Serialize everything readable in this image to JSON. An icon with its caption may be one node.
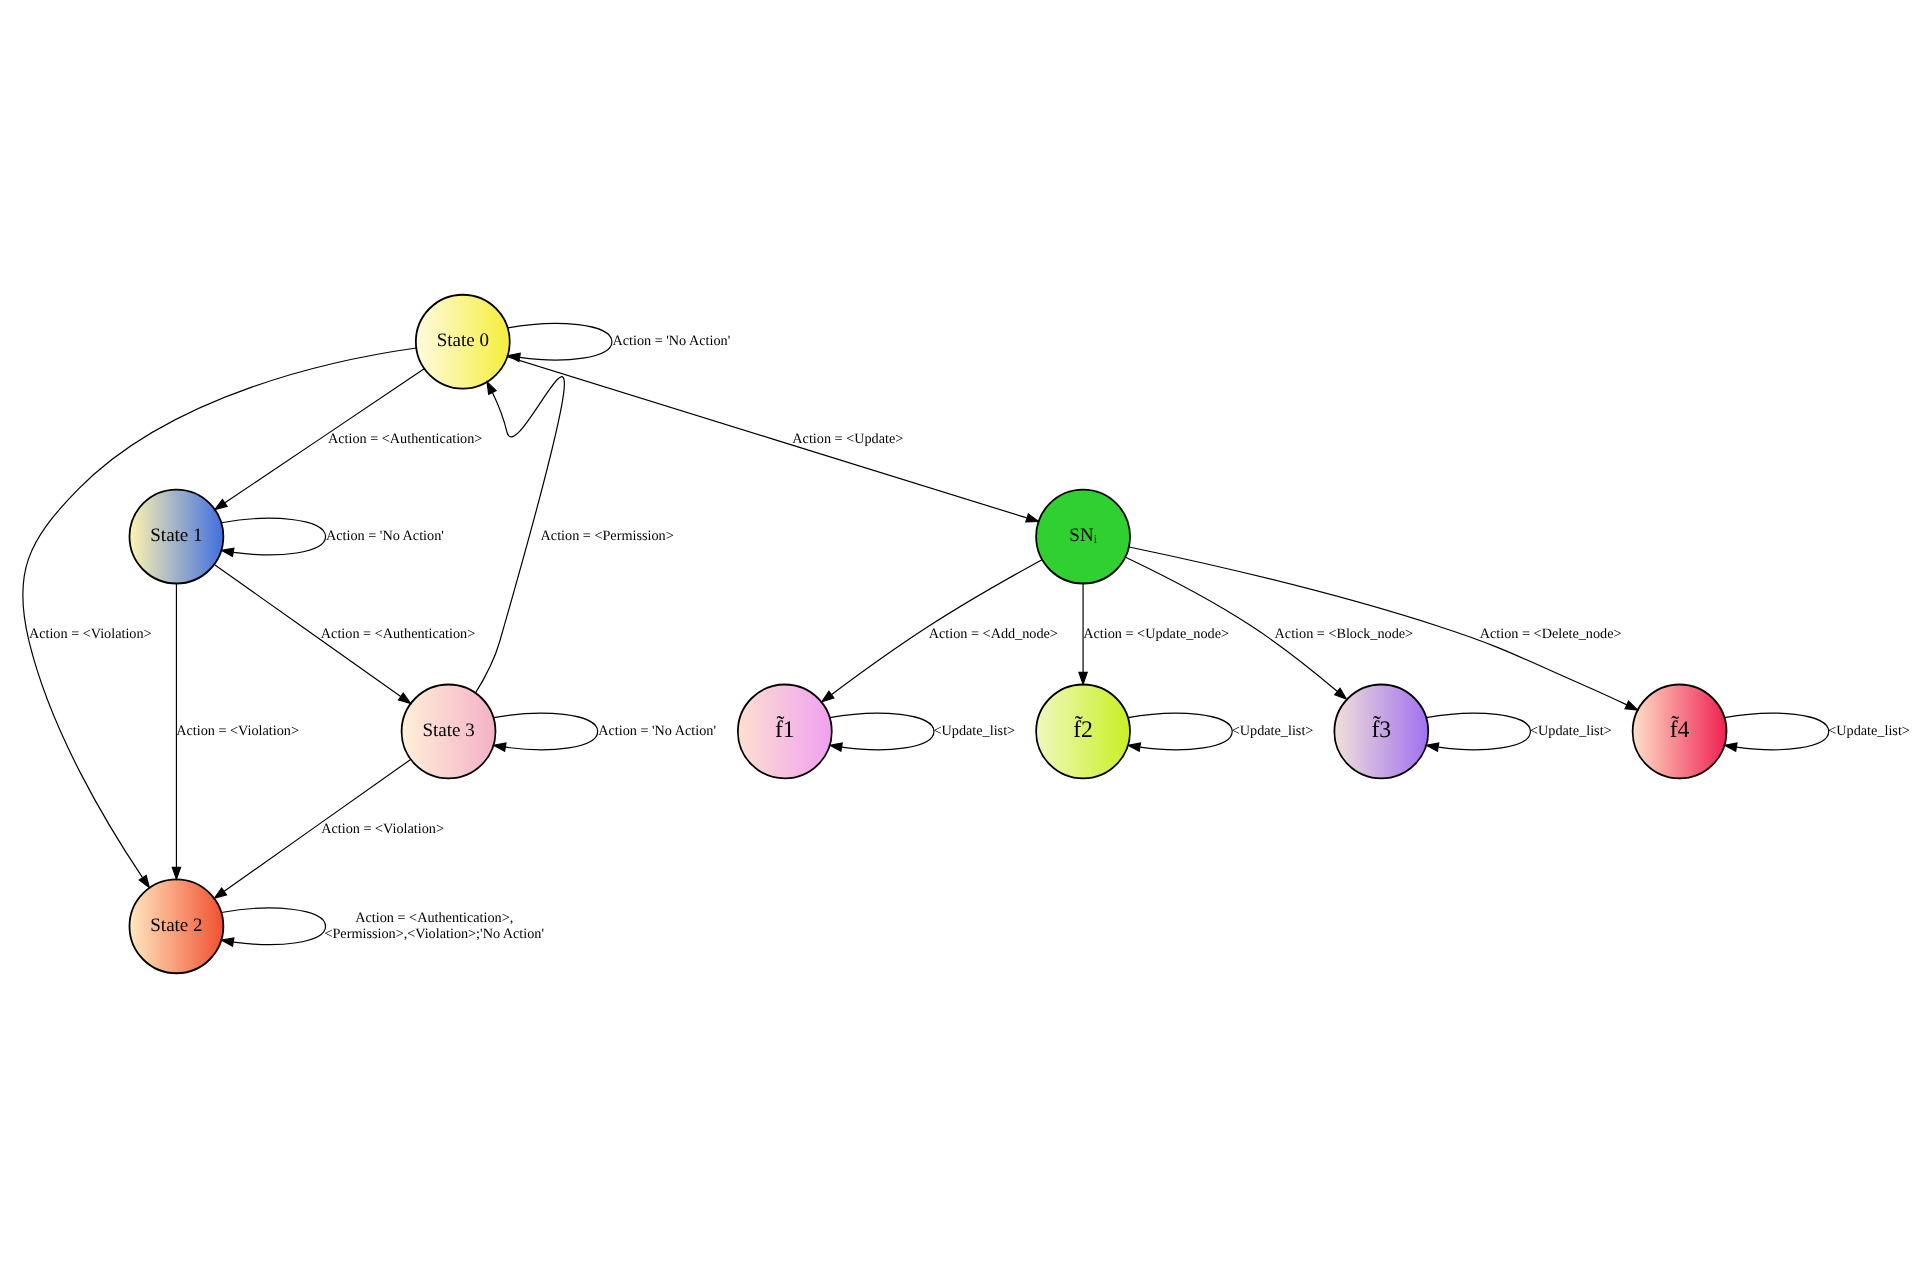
{
  "diagram": {
    "nodes": [
      {
        "text": [
          "State 0"
        ]
      },
      {
        "text": [
          "State 1"
        ]
      },
      {
        "text": [
          "State 2"
        ]
      },
      {
        "text": [
          "State 3"
        ]
      },
      {
        "text": [
          "SNᵢ"
        ]
      },
      {
        "text": [
          "f̃1"
        ]
      },
      {
        "text": [
          "f̃2"
        ]
      },
      {
        "text": [
          "f̃3"
        ]
      },
      {
        "text": [
          "f̃4"
        ]
      }
    ],
    "edges": [
      {
        "from": 0,
        "to": 0,
        "arrow": "to",
        "label": "Action = 'No Action'"
      },
      {
        "from": 3,
        "to": 0,
        "arrow": "to",
        "label": "Action = <Permission>"
      },
      {
        "from": 0,
        "to": 1,
        "arrow": "to",
        "label": "Action = <Authentication>"
      },
      {
        "from": 1,
        "to": 1,
        "arrow": "to",
        "label": "Action = 'No Action'"
      },
      {
        "from": 1,
        "to": 3,
        "arrow": "to",
        "label": "Action = <Authentication>"
      },
      {
        "from": 3,
        "to": 3,
        "arrow": "to",
        "label": "Action = 'No Action'"
      },
      {
        "from": 3,
        "to": 2,
        "arrow": "to",
        "label": "Action = <Violation>"
      },
      {
        "from": 1,
        "to": 2,
        "arrow": "to",
        "label": "Action = <Violation>"
      },
      {
        "from": 0,
        "to": 2,
        "arrow": "to",
        "label": "Action = <Violation>"
      },
      {
        "from": 2,
        "to": 2,
        "arrow": "to",
        "label": "Action = <Authentication>, <Permission>,<Violation>;'No Action'"
      },
      {
        "from": 0,
        "to": 4,
        "arrow": "to",
        "label": "Action = <Update>"
      },
      {
        "from": 4,
        "to": 5,
        "arrow": "to",
        "label": "Action = <Add_node>"
      },
      {
        "from": 4,
        "to": 6,
        "arrow": "to",
        "label": "Action = <Update_node>"
      },
      {
        "from": 4,
        "to": 7,
        "arrow": "to",
        "label": "Action = <Block_node>"
      },
      {
        "from": 4,
        "to": 8,
        "arrow": "to",
        "label": "Action = <Delete_node>"
      },
      {
        "from": 5,
        "to": 5,
        "arrow": "to",
        "label": "<Update_list>"
      },
      {
        "from": 6,
        "to": 6,
        "arrow": "to",
        "label": "<Update_list>"
      },
      {
        "from": 7,
        "to": 7,
        "arrow": "to",
        "label": "<Update_list>"
      },
      {
        "from": 8,
        "to": 8,
        "arrow": "to",
        "label": "<Update_list>"
      }
    ]
  }
}
